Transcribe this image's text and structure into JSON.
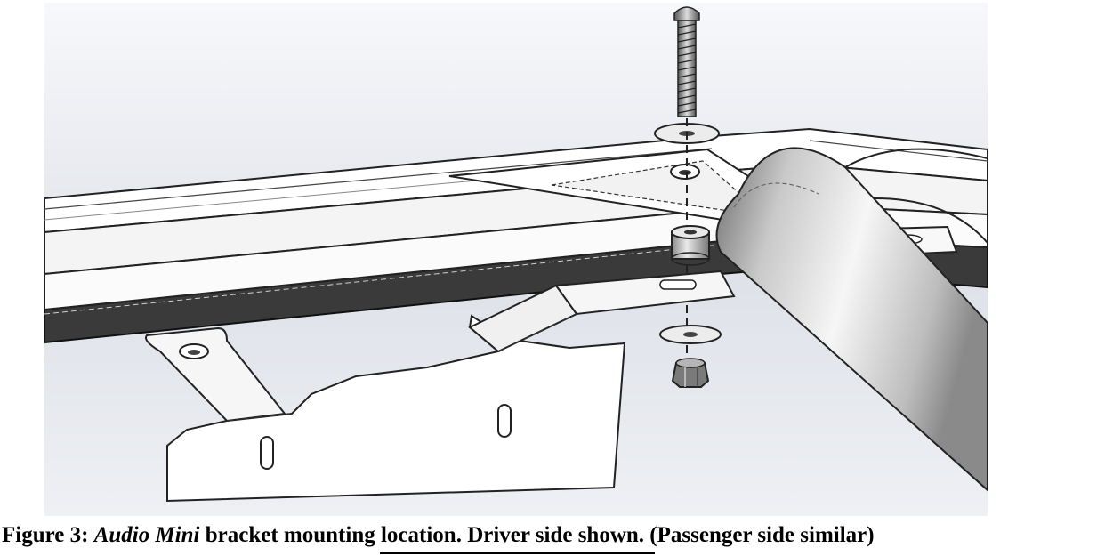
{
  "caption": {
    "label": "Figure 3:",
    "product_name": "Audio Mini",
    "text": "bracket mounting location. Driver side shown. (Passenger side similar)"
  }
}
